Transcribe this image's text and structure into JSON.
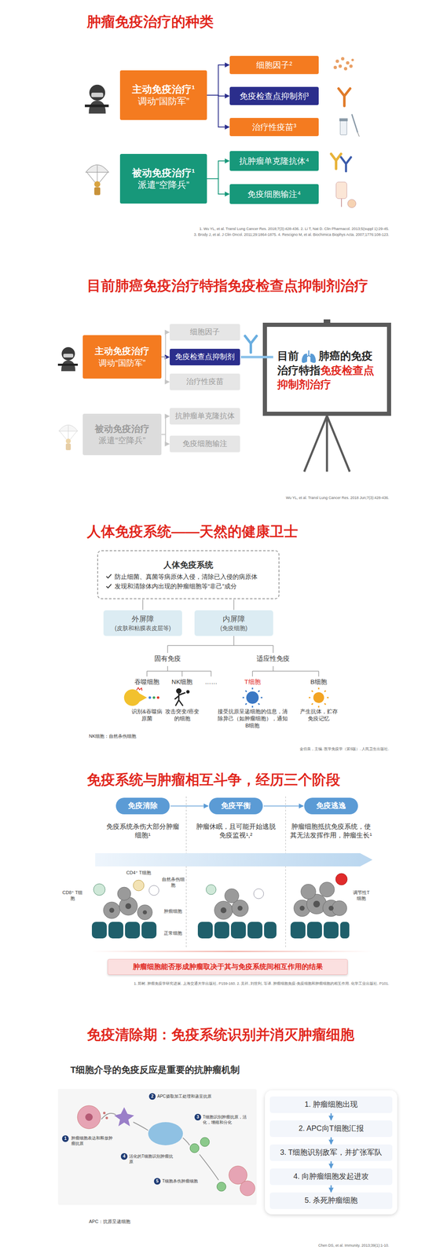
{
  "diagram": {
    "title": "肿瘤免疫治疗的种类",
    "nodes": [
      {
        "text": [
          "主动免疫治疗¹",
          "调动“国防军”"
        ]
      },
      {
        "text": [
          "细胞因子²"
        ]
      },
      {
        "text": [
          "免疫检查点抑制剂³"
        ]
      },
      {
        "text": [
          "治疗性疫苗³"
        ]
      },
      {
        "text": [
          "被动免疫治疗¹",
          "派遣“空降兵”"
        ]
      },
      {
        "text": [
          "抗肿瘤单克隆抗体⁴"
        ]
      },
      {
        "text": [
          "免疫细胞输注⁴"
        ]
      },
      {
        "text": [
          "主动免疫治疗",
          "调动“国防军”"
        ]
      },
      {
        "text": [
          "细胞因子"
        ]
      },
      {
        "text": [
          "免疫检查点抑制剂"
        ]
      },
      {
        "text": [
          "治疗性疫苗"
        ]
      },
      {
        "text": [
          "被动免疫治疗",
          "派遣“空降兵”"
        ]
      },
      {
        "text": [
          "抗肿瘤单克隆抗体"
        ]
      },
      {
        "text": [
          "免疫细胞输注"
        ]
      },
      {
        "text": [
          "目前",
          "肺癌的免疫治疗特指",
          "免疫检查点抑制剂治疗"
        ]
      },
      {
        "text": [
          "人体免疫系统",
          "防止细菌、真菌等病原体入侵，清除已入侵的病原体",
          "发现和清除体内出现的肿瘤细胞等“非己”成分"
        ]
      },
      {
        "text": [
          "外屏障",
          "(皮肤和粘膜表皮层等)"
        ]
      },
      {
        "text": [
          "内屏障",
          "(免疫细胞)"
        ]
      },
      {
        "text": [
          "免疫清除"
        ]
      },
      {
        "text": [
          "免疫平衡"
        ]
      },
      {
        "text": [
          "免疫逃逸"
        ]
      },
      {
        "text": [
          "肿瘤细胞能否形成肿瘤取决于其与免疫系统间相互作用的结果"
        ]
      },
      {
        "text": [
          "1. 肿瘤细胞出现"
        ]
      },
      {
        "text": [
          "2. APC向T细胞汇报"
        ]
      },
      {
        "text": [
          "3. T细胞识别敌军，并扩张军队"
        ]
      },
      {
        "text": [
          "4. 向肿瘤细胞发起进攻"
        ]
      },
      {
        "text": [
          "5. 杀死肿瘤细胞"
        ]
      }
    ],
    "edges": [
      {
        "from": 0,
        "to": 1,
        "arrow": "to"
      },
      {
        "from": 0,
        "to": 2,
        "arrow": "to"
      },
      {
        "from": 0,
        "to": 3,
        "arrow": "to"
      },
      {
        "from": 4,
        "to": 5,
        "arrow": "to"
      },
      {
        "from": 4,
        "to": 6,
        "arrow": "to"
      },
      {
        "from": 7,
        "to": 8,
        "arrow": "to"
      },
      {
        "from": 7,
        "to": 9,
        "arrow": "to"
      },
      {
        "from": 7,
        "to": 10,
        "arrow": "to"
      },
      {
        "from": 11,
        "to": 12,
        "arrow": "to"
      },
      {
        "from": 11,
        "to": 13,
        "arrow": "to"
      },
      {
        "from": 9,
        "to": 14,
        "arrow": "none"
      },
      {
        "from": 15,
        "to": 16,
        "arrow": "none"
      },
      {
        "from": 15,
        "to": 17,
        "arrow": "none"
      },
      {
        "from": 18,
        "to": 19,
        "arrow": "to"
      },
      {
        "from": 19,
        "to": 20,
        "arrow": "to"
      },
      {
        "from": 22,
        "to": 23,
        "arrow": "to"
      },
      {
        "from": 23,
        "to": 24,
        "arrow": "to"
      },
      {
        "from": 24,
        "to": 25,
        "arrow": "to"
      },
      {
        "from": 25,
        "to": 26,
        "arrow": "to"
      }
    ],
    "labels": [
      "1. Wu YL, et al. Transl Lung Cancer Res. 2018;7(3):428-436. 2. Li T, Nat D. Clin Pharmacol. 2013;5(suppl 1):29-45.",
      "3. Brody J, et al. J Clin Oncol. 2011;29:1864-1875. 4. Rescigno M, et al. Biochimica Biophys Acta. 2007;1776:108-123.",
      "目前肺癌免疫治疗特指免疫检查点抑制剂治疗",
      "Wu YL, et al. Transl Lung Cancer Res. 2018 Jun;7(3):428-436.",
      "人体免疫系统——天然的健康卫士",
      "固有免疫",
      "适应性免疫",
      "吞噬细胞",
      "NK细胞",
      "……",
      "T细胞",
      "B细胞",
      "识别&吞噬病原菌",
      "攻击突变/癌变的细胞",
      "接受抗原呈递细胞的信息，清除异己（如肿瘤细胞），通知B细胞",
      "产生抗体，贮存免疫记忆",
      "NK细胞：自然杀伤细胞",
      "金伯泉，主编. 医学免疫学（第5版）. 人民卫生出版社.",
      "免疫系统与肿瘤相互斗争，经历三个阶段",
      "免疫系统杀伤大部分肿瘤细胞¹",
      "肿瘤休眠，且可能开始逃脱免疫监视¹,²",
      "肿瘤细胞抵抗免疫系统，使其无法发挥作用，肿瘤生长¹",
      "CD8⁺ T细胞",
      "CD4⁺ T细胞",
      "自然杀伤细胞",
      "肿瘤细胞",
      "正常细胞",
      "调节性T细胞",
      "1. 郑树. 肿瘤免疫学研究进展. 上海交通大学出版社. P159-160. 2. 吴祥, 刘世利, 等译. 肿瘤细胞免疫-免疫细胞和肿瘤细胞的相互作用. 化学工业出版社. P101.",
      "免疫清除期：免疫系统识别并消灭肿瘤细胞",
      "T细胞介导的免疫反应是重要的抗肿瘤机制",
      "1",
      "肿瘤细胞表达和释放肿瘤抗原",
      "2",
      "APC摄取加工处理和递呈抗原",
      "3",
      "T细胞识别肿瘤抗原，活化，增殖和分化",
      "4",
      "活化的T细胞识别肿瘤抗原",
      "5",
      "T细胞杀伤肿瘤细胞",
      "APC：抗原呈递细胞",
      "Chen DS, et al. Immunity. 2013;39(1):1-10."
    ]
  }
}
